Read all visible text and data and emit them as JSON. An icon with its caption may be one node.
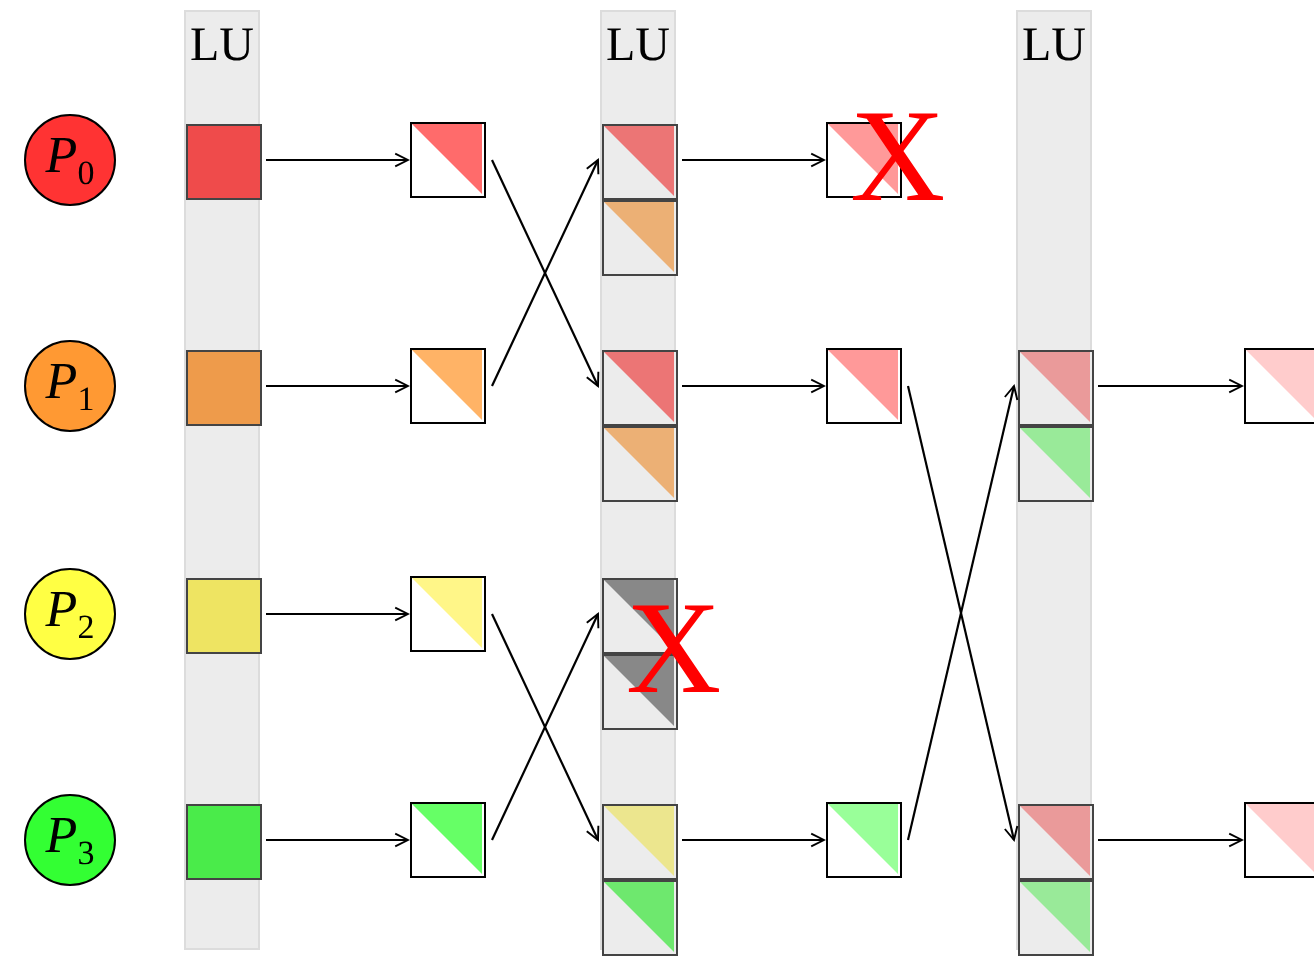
{
  "diagram": {
    "nodes": [
      {
        "text": [
          "*P*$_{0}$"
        ]
      },
      {
        "text": [
          "*P*$_{1}$"
        ]
      },
      {
        "text": [
          "*P*$_{2}$"
        ]
      },
      {
        "text": [
          "*P*$_{3}$"
        ]
      },
      {
        "text": [
          "LU"
        ]
      },
      {
        "text": [],
        "shape": "box",
        "in": 4
      },
      {
        "text": [],
        "shape": "box",
        "in": 4
      },
      {
        "text": [],
        "shape": "box",
        "in": 4
      },
      {
        "text": [],
        "shape": "box",
        "in": 4
      },
      {
        "text": [],
        "shape": "box"
      },
      {
        "text": [],
        "shape": "box"
      },
      {
        "text": [],
        "shape": "box"
      },
      {
        "text": [],
        "shape": "box"
      },
      {
        "text": [
          "LU"
        ]
      },
      {
        "text": [],
        "shape": "box",
        "in": 13
      },
      {
        "text": [],
        "shape": "box",
        "in": 13
      },
      {
        "text": [],
        "shape": "box",
        "in": 13
      },
      {
        "text": [],
        "shape": "box",
        "in": 13
      },
      {
        "text": [],
        "shape": "box",
        "in": 13
      },
      {
        "text": [],
        "shape": "box",
        "in": 13
      },
      {
        "text": [],
        "shape": "box",
        "in": 13
      },
      {
        "text": [],
        "shape": "box",
        "in": 13
      },
      {
        "text": [],
        "shape": "box"
      },
      {
        "text": [],
        "shape": "box"
      },
      {
        "text": [],
        "shape": "box"
      },
      {
        "text": [
          "LU"
        ]
      },
      {
        "text": [],
        "shape": "box",
        "in": 25
      },
      {
        "text": [],
        "shape": "box",
        "in": 25
      },
      {
        "text": [],
        "shape": "box",
        "in": 25
      },
      {
        "text": [],
        "shape": "box",
        "in": 25
      },
      {
        "text": [],
        "shape": "box"
      },
      {
        "text": [],
        "shape": "box"
      }
    ],
    "edges": [
      {
        "from": 5,
        "to": 9,
        "arrow": "to"
      },
      {
        "from": 6,
        "to": 10,
        "arrow": "to"
      },
      {
        "from": 7,
        "to": 11,
        "arrow": "to"
      },
      {
        "from": 8,
        "to": 12,
        "arrow": "to"
      },
      {
        "from": 9,
        "to": 16,
        "arrow": "to"
      },
      {
        "from": 10,
        "to": 14,
        "arrow": "to"
      },
      {
        "from": 11,
        "to": 20,
        "arrow": "to"
      },
      {
        "from": 12,
        "to": 18,
        "arrow": "to"
      },
      {
        "from": 14,
        "to": 22,
        "arrow": "to"
      },
      {
        "from": 16,
        "to": 23,
        "arrow": "to"
      },
      {
        "from": 20,
        "to": 24,
        "arrow": "to"
      },
      {
        "from": 23,
        "to": 28,
        "arrow": "to"
      },
      {
        "from": 24,
        "to": 26,
        "arrow": "to"
      },
      {
        "from": 26,
        "to": 30,
        "arrow": "to"
      },
      {
        "from": 28,
        "to": 31,
        "arrow": "to"
      }
    ],
    "labels": [
      "X",
      "X"
    ]
  }
}
